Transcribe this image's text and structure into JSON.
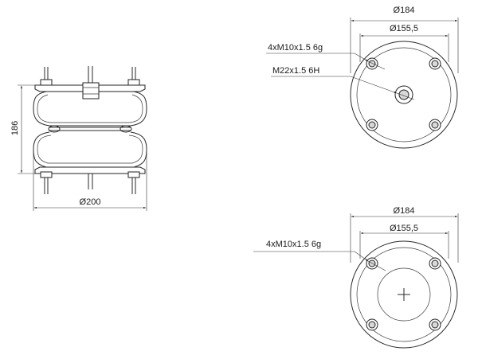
{
  "side_view": {
    "height_label": "186",
    "diameter_label": "Ø200"
  },
  "top_plate": {
    "outer_dia_label": "Ø184",
    "bolt_circle_label": "Ø155,5",
    "bolt_thread_label": "4xM10x1.5 6g",
    "center_thread_label": "M22x1.5 6H"
  },
  "bottom_plate": {
    "outer_dia_label": "Ø184",
    "bolt_circle_label": "Ø155,5",
    "bolt_thread_label": "4xM10x1.5 6g"
  }
}
